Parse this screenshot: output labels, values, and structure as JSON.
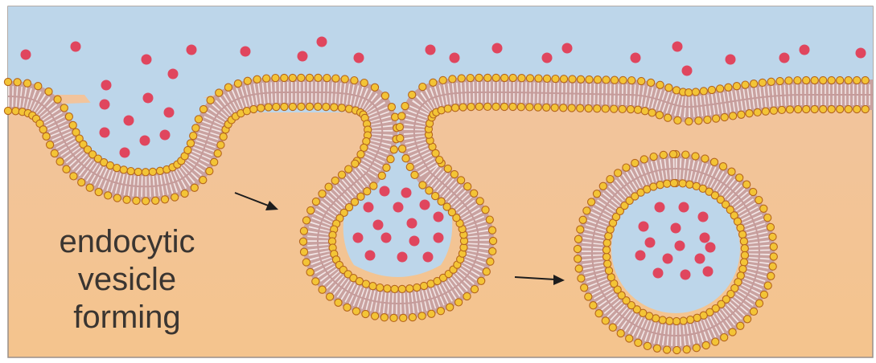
{
  "caption": {
    "line1": "endocytic",
    "line2": "vesicle",
    "line3": "forming"
  }
}
